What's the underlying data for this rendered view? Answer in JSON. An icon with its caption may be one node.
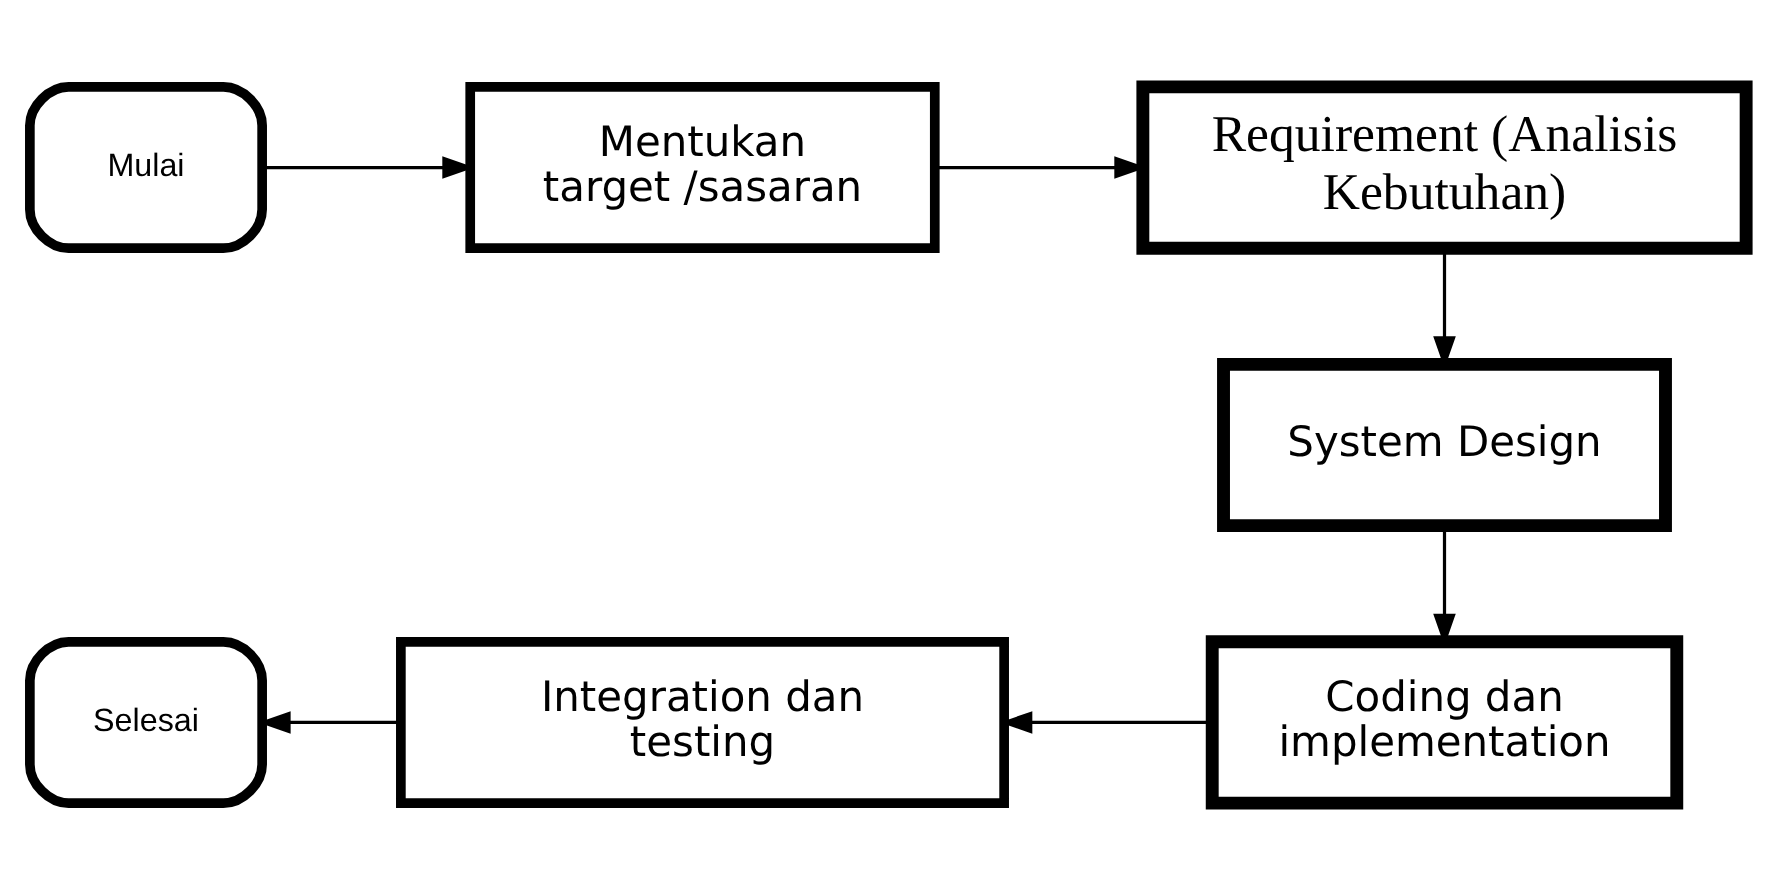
{
  "diagram": {
    "nodes": [
      {
        "text": [
          "Mulai"
        ]
      },
      {
        "text": [
          "Mentukan target /sasaran"
        ]
      },
      {
        "text": [
          "Requirement (Analisis Kebutuhan)"
        ]
      },
      {
        "text": [
          "System Design"
        ]
      },
      {
        "text": [
          "Coding dan implementation"
        ]
      },
      {
        "text": [
          "Integration dan testing"
        ]
      },
      {
        "text": [
          "Selesai"
        ]
      }
    ],
    "edges": [
      {
        "from": 0,
        "to": 1,
        "arrow": "to"
      },
      {
        "from": 1,
        "to": 2,
        "arrow": "to"
      },
      {
        "from": 2,
        "to": 3,
        "arrow": "to"
      },
      {
        "from": 3,
        "to": 4,
        "arrow": "to"
      },
      {
        "from": 4,
        "to": 5,
        "arrow": "to"
      },
      {
        "from": 5,
        "to": 6,
        "arrow": "to"
      }
    ]
  }
}
